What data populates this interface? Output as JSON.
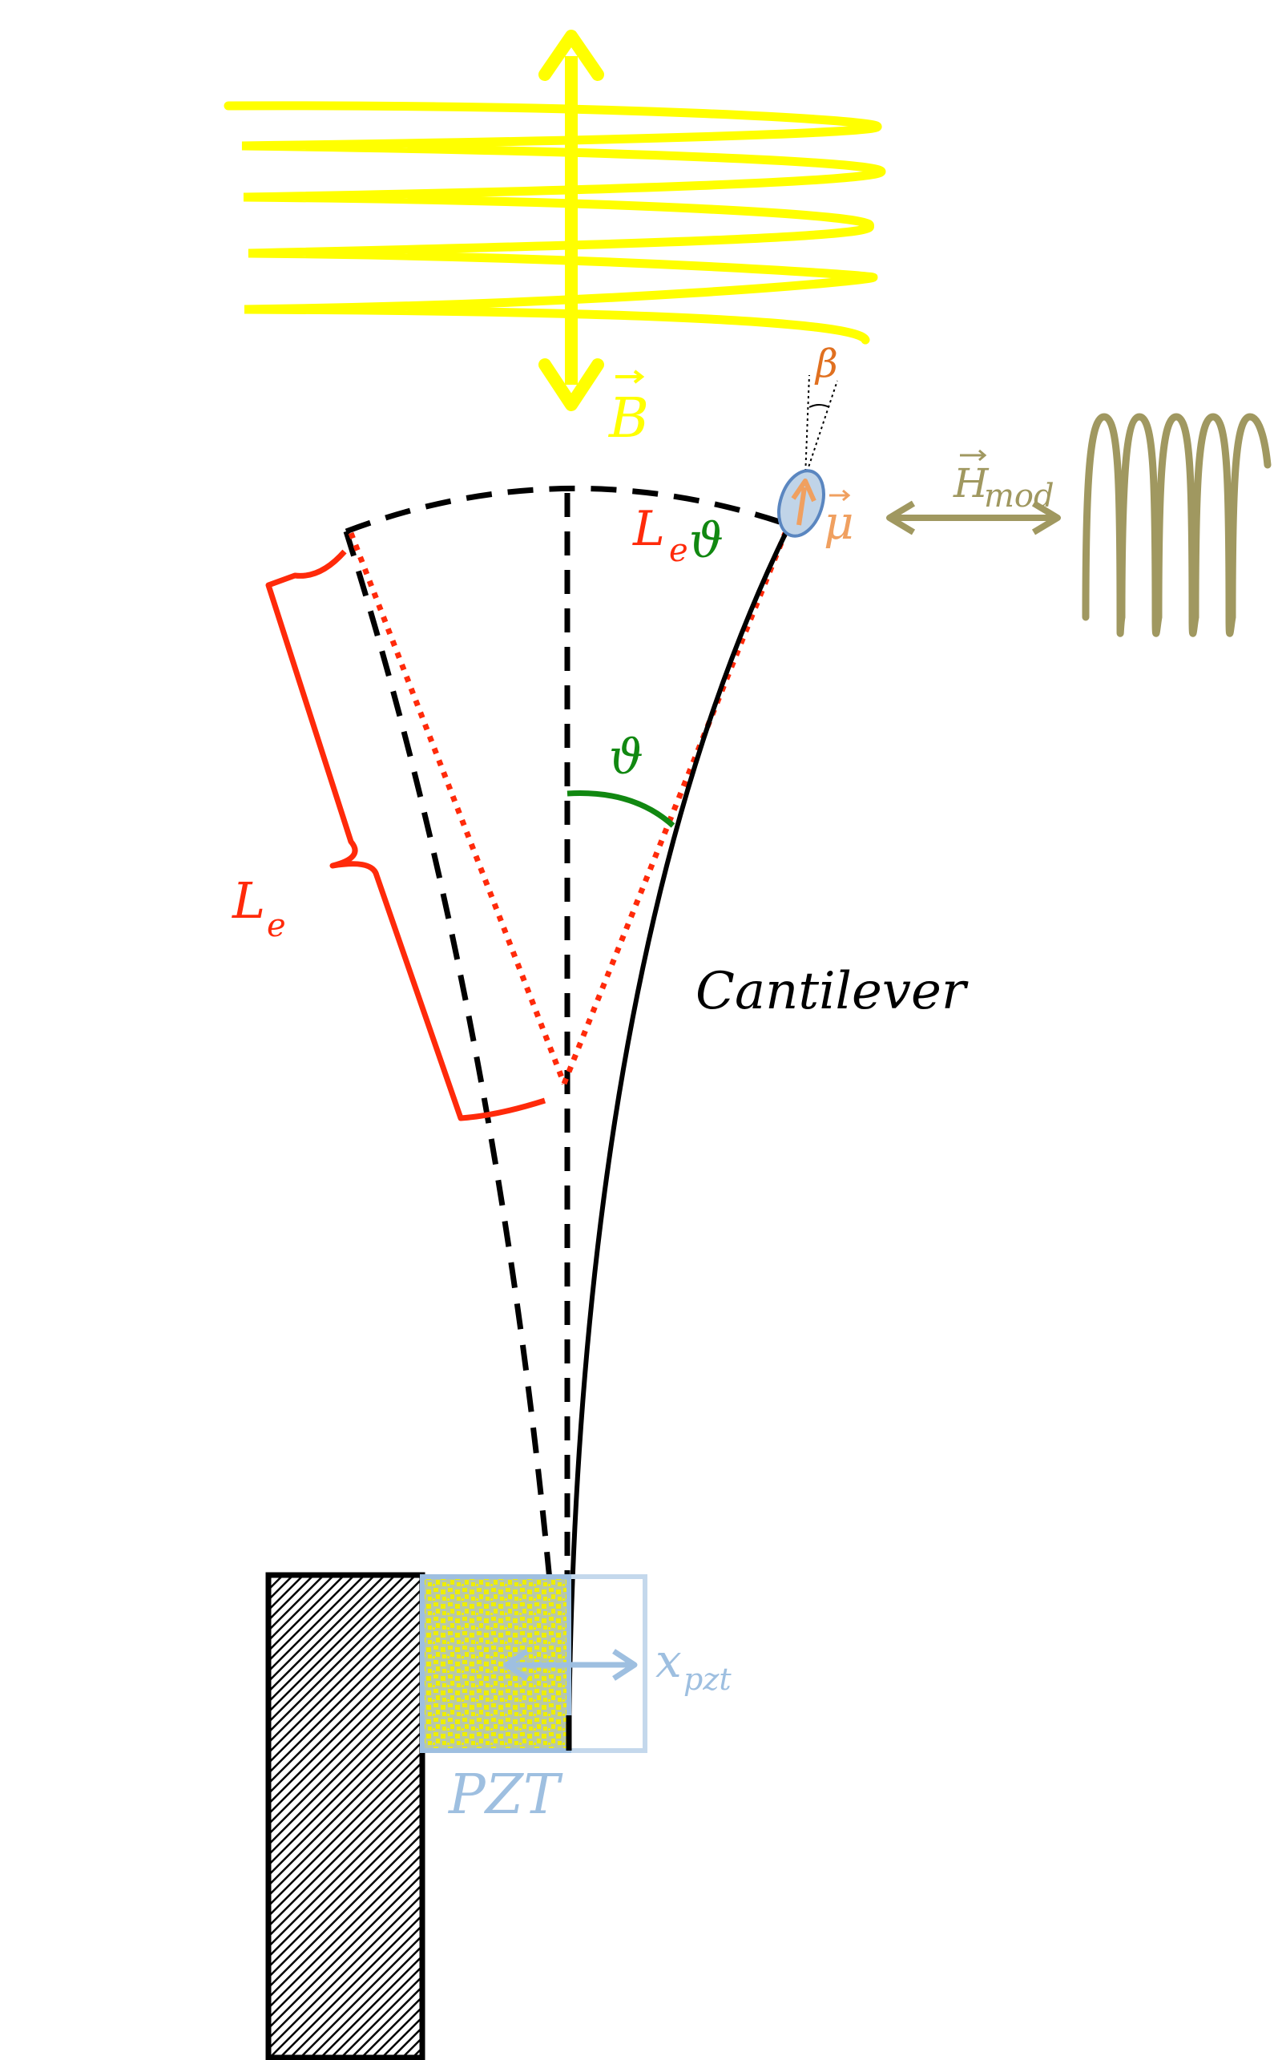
{
  "labels": {
    "b_field": "B",
    "beta": "β",
    "mu": "μ",
    "h_mod": "H",
    "h_mod_sub": "mod",
    "le_theta_L": "L",
    "le_theta_sub": "e",
    "le_theta_theta": "ϑ",
    "theta": "ϑ",
    "le": "L",
    "le_sub": "e",
    "cantilever": "Cantilever",
    "x_pzt": "x",
    "x_pzt_sub": "pzt",
    "pzt": "PZT"
  },
  "colors": {
    "magnetic_field": "#ffff00",
    "angle_beta": "#e07020",
    "moment": "#f0a060",
    "modulation": "#a09860",
    "length": "#ff2a0a",
    "angle_theta": "#118811",
    "pzt_label": "#9ebfe0",
    "pzt_fill": "#eeee00",
    "cantilever": "#000000"
  },
  "icons": {
    "b_arrow": "double-arrow-vertical",
    "h_arrow": "double-arrow-horizontal",
    "pzt_arrow": "double-arrow-horizontal",
    "magnet": "ellipse-with-arrow"
  }
}
